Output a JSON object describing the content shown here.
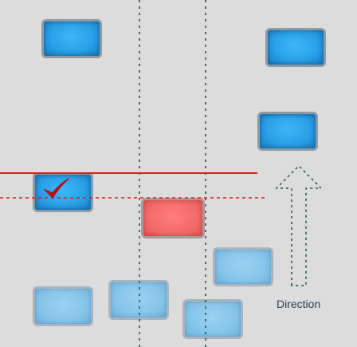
{
  "direction_label": "Direction",
  "colors": {
    "background": "#dcdcdc",
    "vertical_guides": "#1f4d4d",
    "solid_line": "#d91e1e",
    "dashed_line": "#d91e1e",
    "checkmark": "#b01010",
    "arrow_outline": "#1f4d4d"
  },
  "blocks": [
    {
      "name": "block-top-left",
      "style": "bright"
    },
    {
      "name": "block-top-right",
      "style": "bright"
    },
    {
      "name": "block-right-middle",
      "style": "bright"
    },
    {
      "name": "block-checked",
      "style": "bright",
      "checked": true
    },
    {
      "name": "block-selected",
      "style": "red"
    },
    {
      "name": "block-bottom-right-upper",
      "style": "pale"
    },
    {
      "name": "block-bottom-left",
      "style": "pale"
    },
    {
      "name": "block-bottom-center",
      "style": "pale"
    },
    {
      "name": "block-bottom-right-lower",
      "style": "pale"
    }
  ]
}
